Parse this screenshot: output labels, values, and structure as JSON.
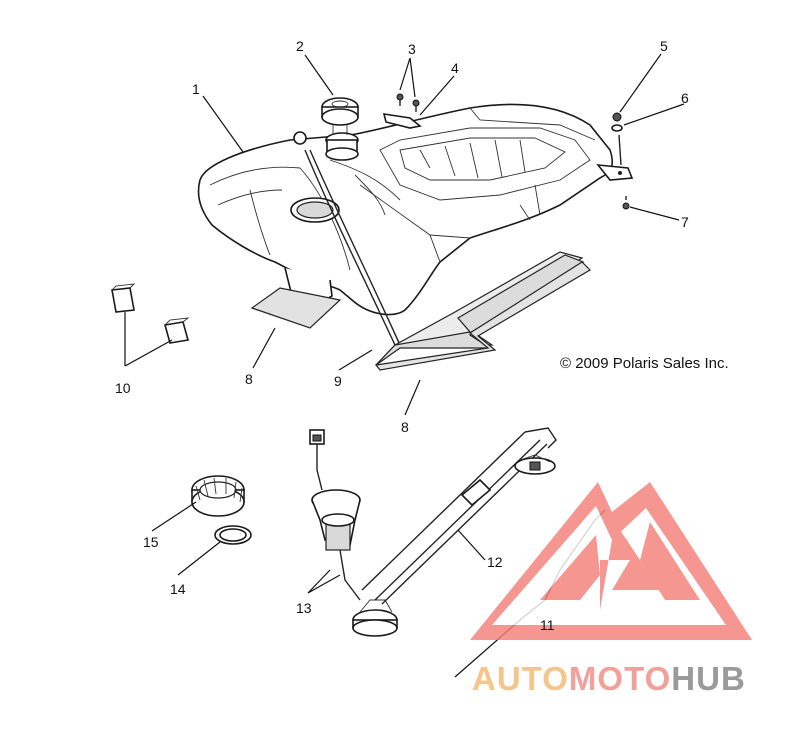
{
  "copyright": "© 2009 Polaris Sales Inc.",
  "callouts": [
    {
      "id": "1",
      "label": "1"
    },
    {
      "id": "2",
      "label": "2"
    },
    {
      "id": "3",
      "label": "3"
    },
    {
      "id": "4",
      "label": "4"
    },
    {
      "id": "5",
      "label": "5"
    },
    {
      "id": "6",
      "label": "6"
    },
    {
      "id": "7",
      "label": "7"
    },
    {
      "id": "8a",
      "label": "8"
    },
    {
      "id": "8b",
      "label": "8"
    },
    {
      "id": "9",
      "label": "9"
    },
    {
      "id": "10",
      "label": "10"
    },
    {
      "id": "11",
      "label": "11"
    },
    {
      "id": "12",
      "label": "12"
    },
    {
      "id": "13",
      "label": "13"
    },
    {
      "id": "14",
      "label": "14"
    },
    {
      "id": "15",
      "label": "15"
    }
  ],
  "watermark": {
    "part1": "AUTO",
    "part2": "MOTO",
    "part3": "HUB",
    "color_auto": "#f6c58a",
    "color_moto": "#f4a09a",
    "color_hub": "#9a9a9a",
    "logo_color": "#f47f7a"
  }
}
